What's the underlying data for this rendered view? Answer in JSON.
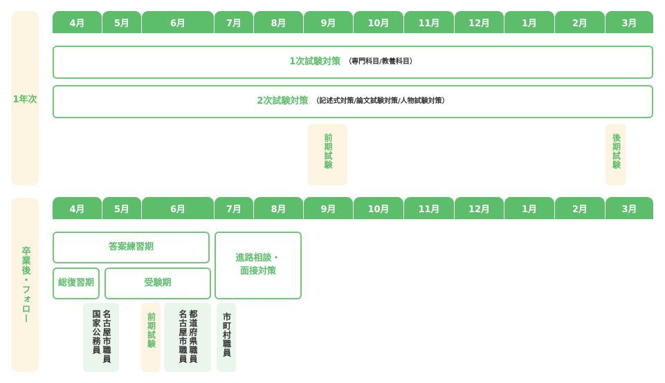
{
  "months": [
    "4月",
    "5月",
    "6月",
    "7月",
    "8月",
    "9月",
    "10月",
    "11月",
    "12月",
    "1月",
    "2月",
    "3月"
  ],
  "year1": {
    "label": "1年次",
    "bar1": {
      "title": "1次試験対策",
      "sub": "（専門科目/教養科目）"
    },
    "bar2": {
      "title": "2次試験対策",
      "sub": "（記述式対策/論文試験対策/人物試験対策）"
    },
    "tag_early": "前期試験",
    "tag_late": "後期試験"
  },
  "after": {
    "label": "卒業後・フォロー",
    "answer_practice": "答案練習期",
    "review": "総復習期",
    "exam": "受験期",
    "consult": "進路相談・面接対策",
    "tags": {
      "nagoya_a": "名古屋市職員",
      "nagoya_b": "国家公務員",
      "early": "前期試験",
      "pref_a": "都道府県職員",
      "pref_b": "名古屋市職員",
      "city": "市町村職員"
    }
  }
}
